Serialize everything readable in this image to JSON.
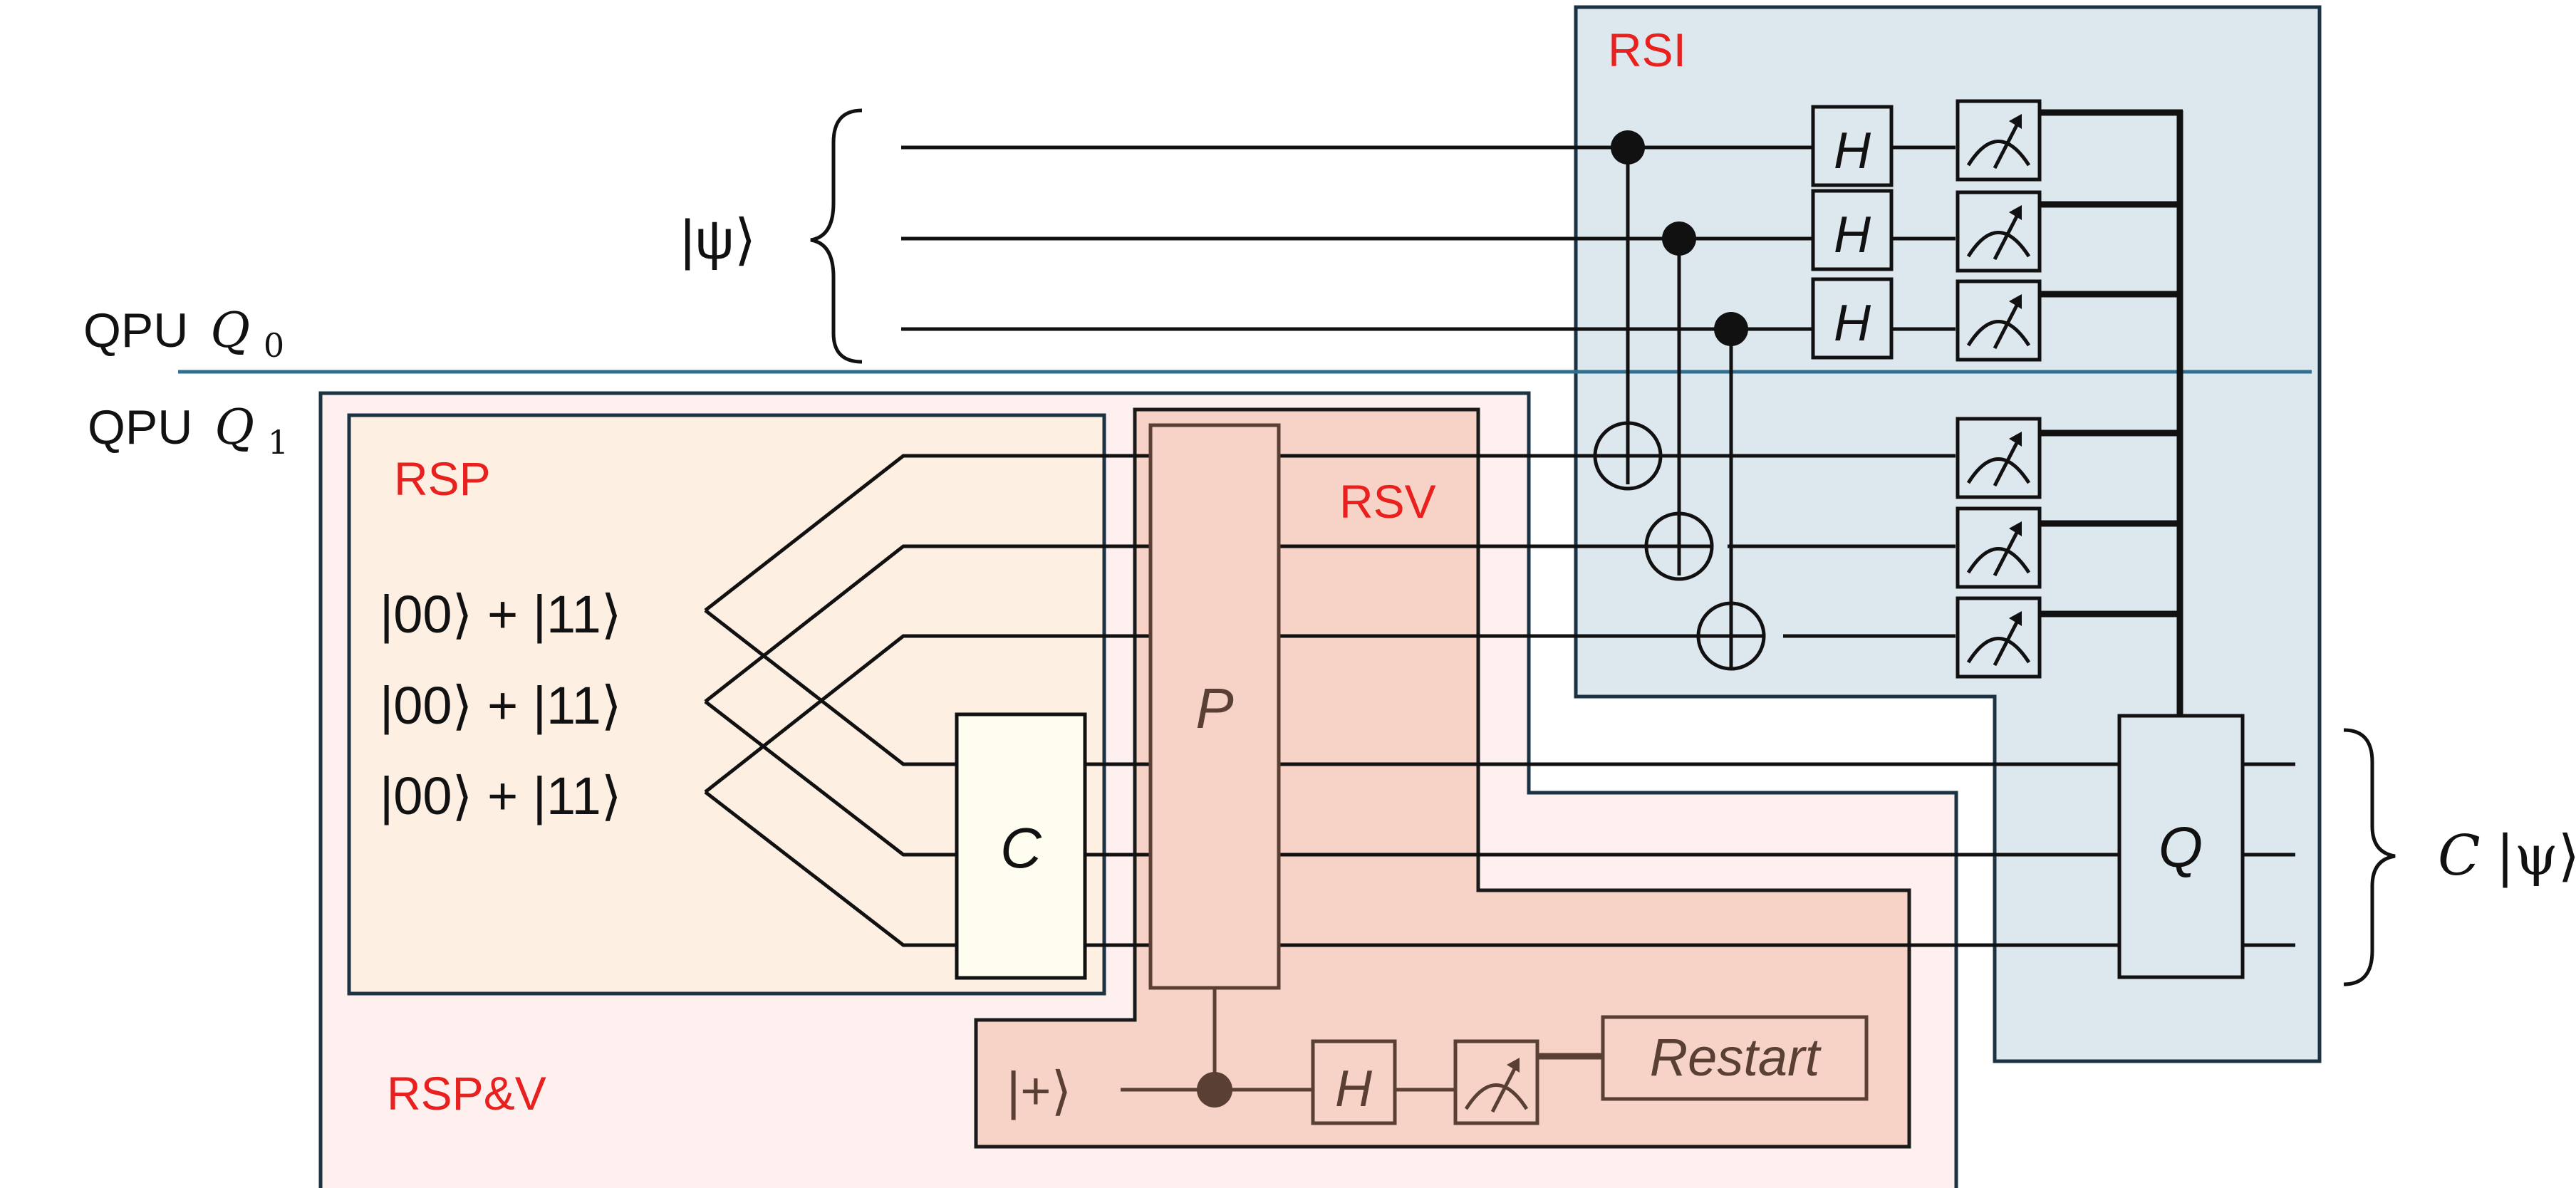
{
  "labels": {
    "rsi": "RSI",
    "rsp": "RSP",
    "rsv": "RSV",
    "rspv": "RSP&V",
    "qpu0_prefix": "QPU",
    "qpu0_sym": "Q",
    "qpu0_sub": "0",
    "qpu1_prefix": "QPU",
    "qpu1_sym": "Q",
    "qpu1_sub": "1"
  },
  "states": {
    "psi_in": "|ψ⟩",
    "bell": [
      "|00⟩ + |11⟩",
      "|00⟩ + |11⟩",
      "|00⟩ + |11⟩"
    ],
    "plus": "|+⟩",
    "output_c": "C",
    "output_psi": "|ψ⟩"
  },
  "gates": {
    "hadamard": "H",
    "c_gate": "C",
    "p_gate": "P",
    "q_gate": "Q",
    "restart": "Restart"
  },
  "colors": {
    "rsi_fill": "#dde7ee",
    "rsp_fill": "#fdf0e3",
    "rsv_fill": "#f6d3c6",
    "rspv_fill": "#fdf0ee",
    "label_red": "#e8201e",
    "divider": "#2e6e8f"
  }
}
